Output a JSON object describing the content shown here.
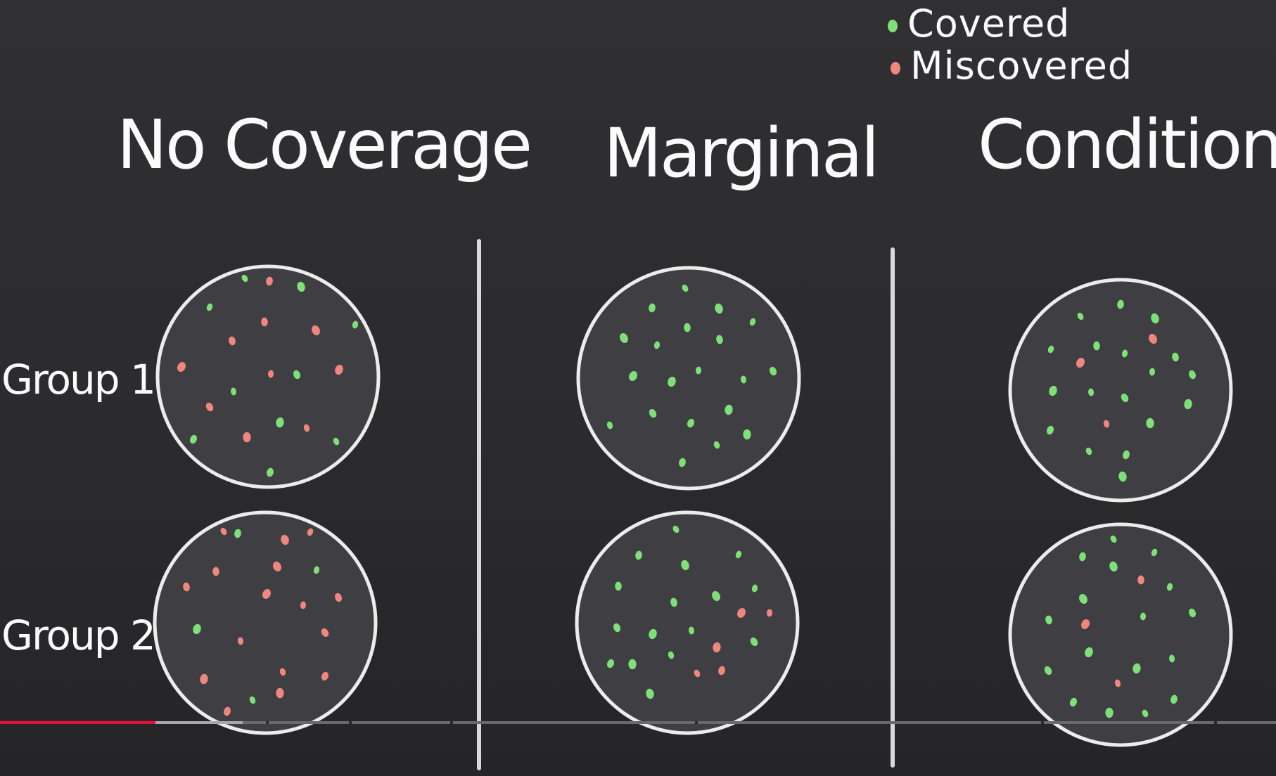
{
  "legend": {
    "covered_label": "Covered",
    "miscovered_label": "Miscovered"
  },
  "columns": [
    {
      "title": "No Coverage"
    },
    {
      "title": "Marginal"
    },
    {
      "title": "Conditional"
    }
  ],
  "rows": [
    {
      "label": "Group 1"
    },
    {
      "label": "Group 2"
    }
  ],
  "colors": {
    "covered": "#7fe07a",
    "miscovered": "#f0877e",
    "circle_stroke": "#ececec",
    "circle_fill": "#3f3e42",
    "progress_played": "#e8103a"
  },
  "video": {
    "progress_fraction": 0.122,
    "buffered_fraction": 0.19
  }
}
